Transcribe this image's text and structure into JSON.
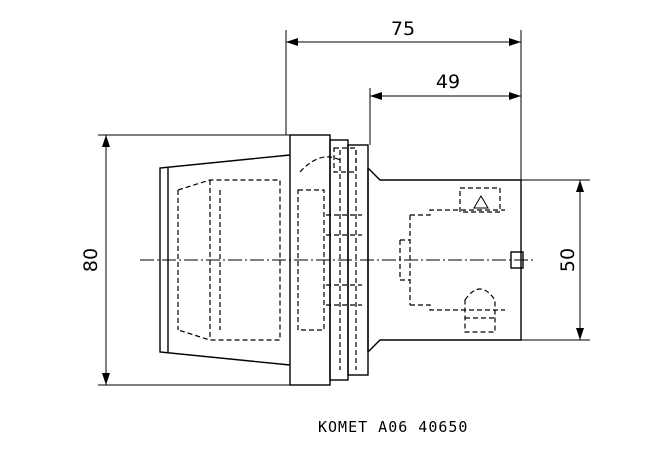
{
  "dimensions": {
    "overall_length": "75",
    "flange_to_end": "49",
    "shank_diameter": "50",
    "body_diameter": "80"
  },
  "caption": "KOMET A06 40650"
}
